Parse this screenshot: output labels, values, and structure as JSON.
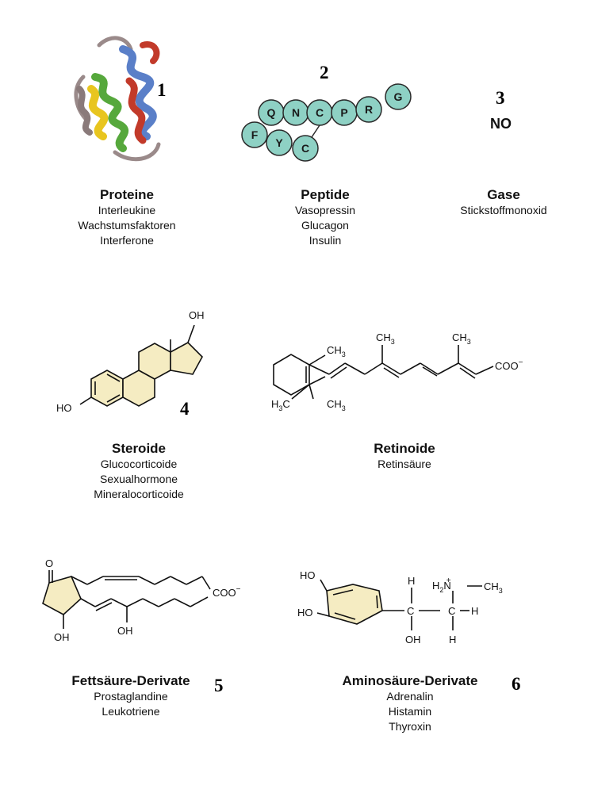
{
  "numbers": [
    "1",
    "2",
    "3",
    "4",
    "5",
    "6"
  ],
  "gas_formula": "NO",
  "peptide_residues": [
    "Q",
    "N",
    "C",
    "P",
    "R",
    "G",
    "F",
    "Y",
    "C"
  ],
  "categories": [
    {
      "title": "Proteine",
      "items": [
        "Interleukine",
        "Wachstumsfaktoren",
        "Interferone"
      ]
    },
    {
      "title": "Peptide",
      "items": [
        "Vasopressin",
        "Glucagon",
        "Insulin"
      ]
    },
    {
      "title": "Gase",
      "items": [
        "Stickstoffmonoxid"
      ]
    },
    {
      "title": "Steroide",
      "items": [
        "Glucocorticoide",
        "Sexualhormone",
        "Mineralocorticoide"
      ]
    },
    {
      "title": "Retinoide",
      "items": [
        "Retinsäure"
      ]
    },
    {
      "title": "Fettsäure-Derivate",
      "items": [
        "Prostaglandine",
        "Leukotriene"
      ]
    },
    {
      "title": "Aminosäure-Derivate",
      "items": [
        "Adrenalin",
        "Histamin",
        "Thyroxin"
      ]
    }
  ],
  "chem_labels": {
    "steroid_oh": "OH",
    "steroid_ho": "HO",
    "ret_ch3_a": "CH",
    "ret_ch3_b": "CH",
    "ret_ch3_c": "CH",
    "ret_ch3_d": "CH",
    "ret_h3c": "H",
    "ret_coo": "COO",
    "pg_o": "O",
    "pg_coo": "COO",
    "pg_oh1": "OH",
    "pg_oh2": "OH",
    "ad_ho1": "HO",
    "ad_ho2": "HO",
    "ad_h1": "H",
    "ad_h2": "H",
    "ad_h3": "H",
    "ad_h4": "H",
    "ad_c1": "C",
    "ad_c2": "C",
    "ad_oh": "OH",
    "ad_h2n": "H",
    "ad_n": "N",
    "ad_ch3": "CH"
  },
  "colors": {
    "peptide_fill": "#8ed1c4",
    "ring_fill": "#f5ecc2",
    "helix_blue": "#5a7fc8",
    "helix_green": "#56a83c",
    "helix_yellow": "#e8c51f",
    "helix_red": "#c23a2a",
    "coil": "#9a8a8a"
  }
}
